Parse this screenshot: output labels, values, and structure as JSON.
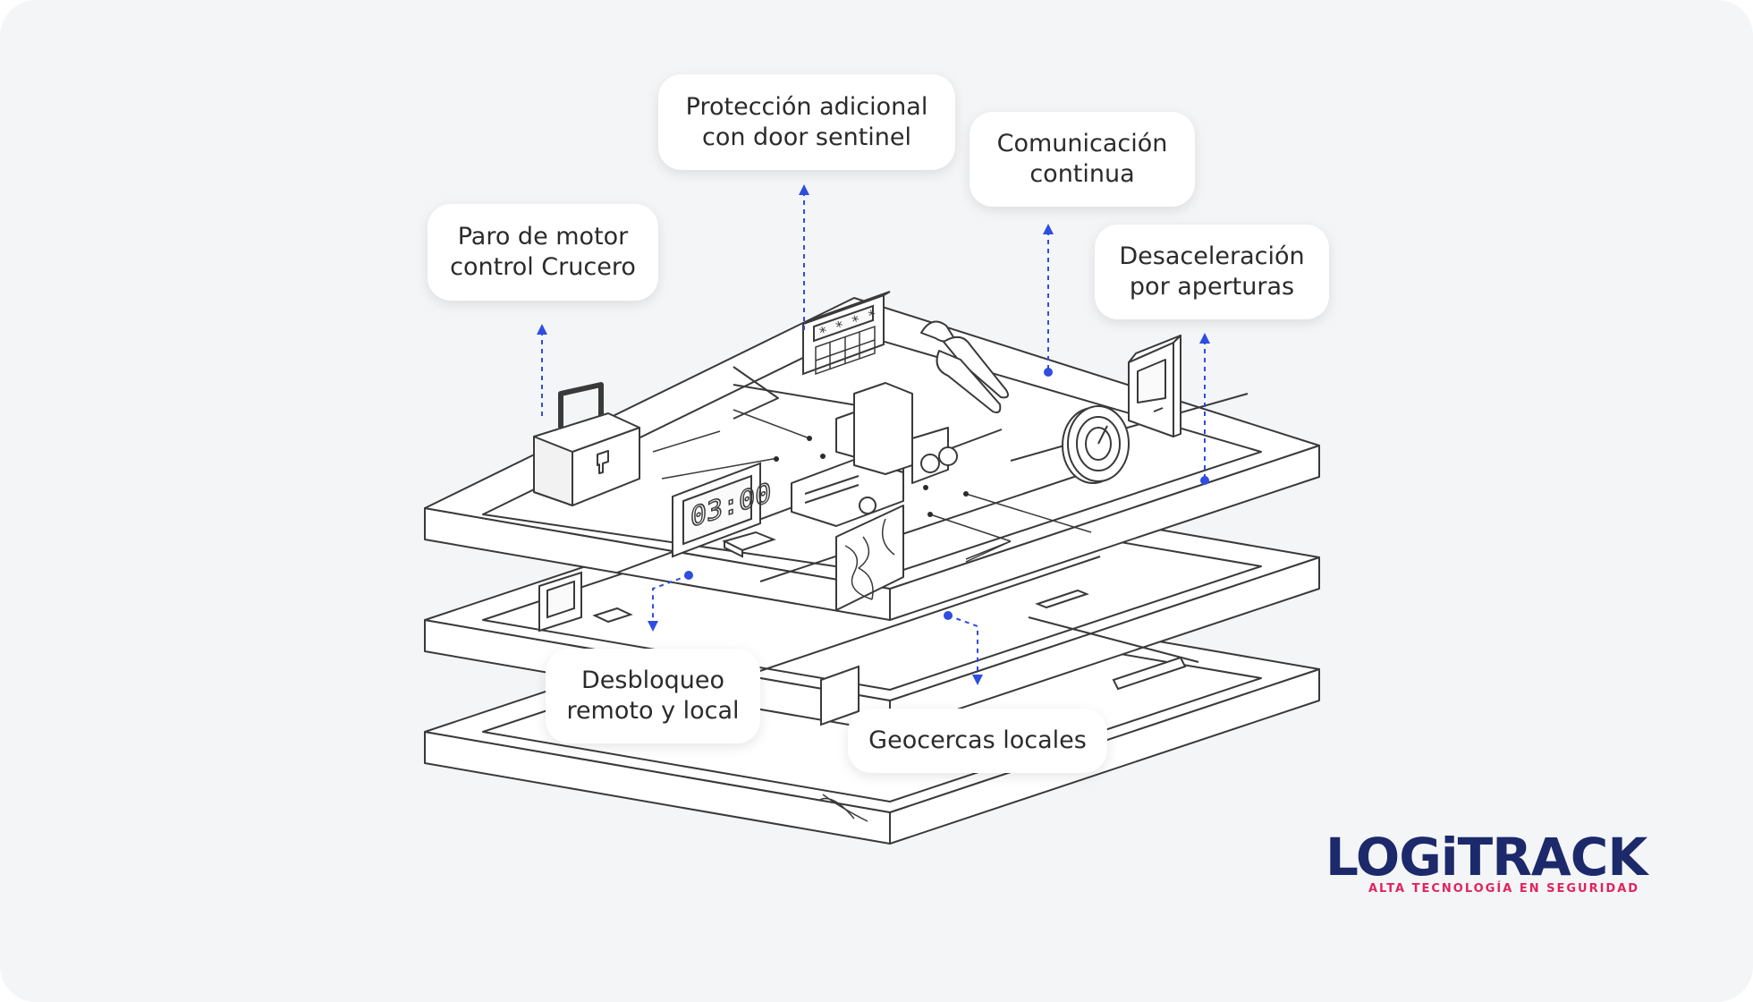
{
  "callouts": {
    "paro": [
      "Paro de motor",
      "control Crucero"
    ],
    "proteccion": [
      "Protección adicional",
      "con door sentinel"
    ],
    "comunicacion": [
      "Comunicación",
      "continua"
    ],
    "desaceleracion": [
      "Desaceleración",
      "por aperturas"
    ],
    "desbloqueo": [
      "Desbloqueo",
      "remoto y local"
    ],
    "geocercas": [
      "Geocercas locales"
    ]
  },
  "devices": {
    "clock_display": "03:00",
    "keypad_display": "* * * *"
  },
  "brand": {
    "name": "LOGiTRACK",
    "tagline": "ALTA TECNOLOGÍA EN SEGURIDAD"
  },
  "colors": {
    "accent_blue": "#2f4de0",
    "brand_navy": "#1c2a6b",
    "brand_red": "#e0245e",
    "outline": "#3a3a3a"
  },
  "icons": [
    "padlock-icon",
    "clock-display-icon",
    "truck-icon",
    "keypad-panel-icon",
    "wire-cutter-icon",
    "door-icon",
    "speedometer-icon",
    "map-icon"
  ]
}
